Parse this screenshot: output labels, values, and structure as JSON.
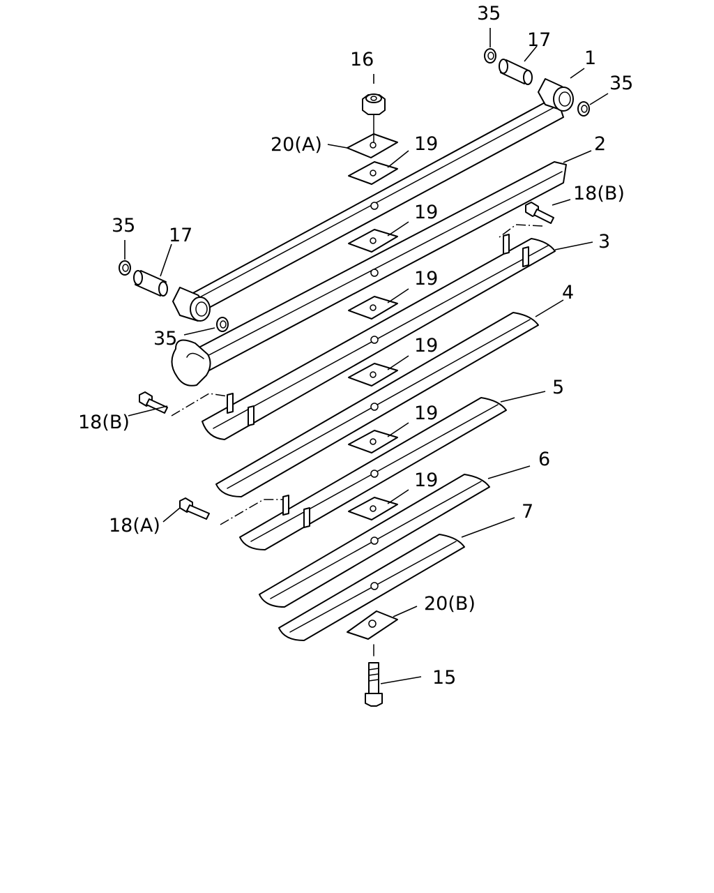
{
  "labels": {
    "p1": "1",
    "p2": "2",
    "p3": "3",
    "p4": "4",
    "p5": "5",
    "p6": "6",
    "p7": "7",
    "p15": "15",
    "p16": "16",
    "p17_top": "17",
    "p17_left": "17",
    "p18b_right": "18(B)",
    "p18b_left": "18(B)",
    "p18a": "18(A)",
    "p19_1": "19",
    "p19_2": "19",
    "p19_3": "19",
    "p19_4": "19",
    "p19_5": "19",
    "p19_6": "19",
    "p20a": "20(A)",
    "p20b": "20(B)",
    "p35_top": "35",
    "p35_right": "35",
    "p35_left": "35",
    "p35_low": "35"
  }
}
